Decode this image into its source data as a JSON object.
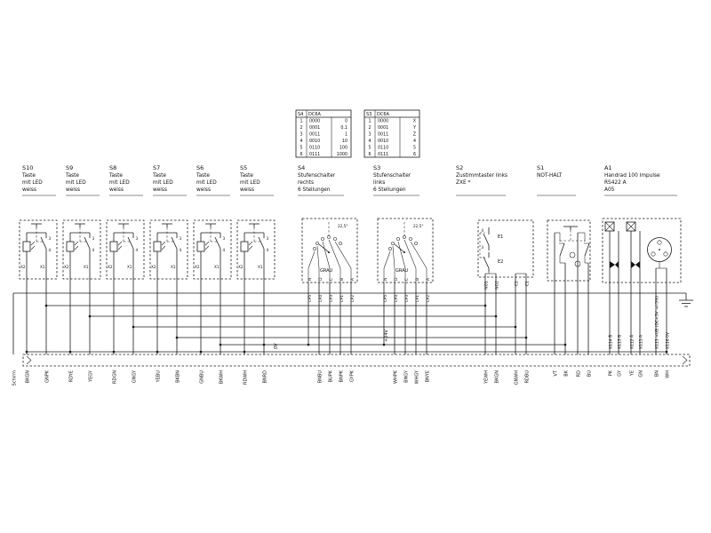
{
  "colors": {
    "line": "#1a1a1a",
    "text": "#111111",
    "bg": "#ffffff"
  },
  "tables": [
    {
      "id": "s4-code-table",
      "header": [
        "S4",
        "DC6A"
      ],
      "rows": [
        [
          "1",
          "0000",
          "0"
        ],
        [
          "2",
          "0001",
          "0,1"
        ],
        [
          "3",
          "0011",
          "1"
        ],
        [
          "4",
          "0010",
          "10"
        ],
        [
          "5",
          "0110",
          "100"
        ],
        [
          "6",
          "0111",
          "1000"
        ]
      ]
    },
    {
      "id": "s3-code-table",
      "header": [
        "S3",
        "DC6A"
      ],
      "rows": [
        [
          "1",
          "0000",
          "X"
        ],
        [
          "2",
          "0001",
          "Y"
        ],
        [
          "3",
          "0011",
          "Z"
        ],
        [
          "4",
          "0010",
          "4"
        ],
        [
          "5",
          "0110",
          "5"
        ],
        [
          "6",
          "0111",
          "6"
        ]
      ]
    }
  ],
  "buttons": {
    "desc": [
      "Taste",
      "mit LED",
      "weiss"
    ],
    "terminals": [
      "X2",
      "X1"
    ],
    "contact_pins": [
      "3",
      "4"
    ],
    "items": [
      {
        "ref": "S10",
        "wires": [
          "BKGN",
          "GNPK"
        ]
      },
      {
        "ref": "S9",
        "wires": [
          "RDYE",
          "YEGY"
        ]
      },
      {
        "ref": "S8",
        "wires": [
          "RDGN",
          "GNGY"
        ]
      },
      {
        "ref": "S7",
        "wires": [
          "YEBU",
          "BKBN"
        ]
      },
      {
        "ref": "S6",
        "wires": [
          "GNBU",
          "BKWH"
        ]
      },
      {
        "ref": "S5",
        "wires": [
          "RDWH",
          "BNRD"
        ]
      }
    ]
  },
  "selectors": [
    {
      "ref": "S4",
      "desc": [
        "Stufenschalter",
        "rechts",
        "6  Stellungen"
      ],
      "angle": "22,5°",
      "color": "GRAU",
      "positions": [
        "N",
        "D",
        "C",
        "B",
        "A"
      ],
      "tags": [
        "LP5",
        "LP4",
        "LP3",
        "LP1",
        "LP2"
      ],
      "wires": [
        "BNBU",
        "BUPK",
        "BNPK",
        "GYPK"
      ]
    },
    {
      "ref": "S3",
      "desc": [
        "Stufenschalter",
        "links",
        "6  Stellungen"
      ],
      "angle": "22,5°",
      "color": "GRAU",
      "positions": [
        "N",
        "D",
        "C",
        "B",
        "A"
      ],
      "tags": [
        "LP5",
        "LP4",
        "LP3",
        "LP1",
        "LP2"
      ],
      "wires": [
        "WHPK",
        "BNGY",
        "WHGY",
        "BNYE"
      ]
    }
  ],
  "s2": {
    "ref": "S2",
    "desc": [
      "Zustimmtaster links",
      "ZXE *"
    ],
    "contacts": [
      "E1",
      "E2"
    ],
    "pins": [
      "4",
      "3"
    ],
    "terminals": [
      "NO1",
      "NO2",
      "C2",
      "C1"
    ],
    "wires": [
      "YEWH",
      "BKGN",
      "GNWH",
      "RDBU"
    ]
  },
  "s1": {
    "ref": "S1",
    "desc": [
      "NOT-HALT"
    ],
    "wires": [
      "VT",
      "BK",
      "RD",
      "BU"
    ]
  },
  "a1": {
    "ref": "A1",
    "desc": [
      "Handrad 100 Impulse",
      "RS422 A",
      "A05"
    ],
    "signals": [
      "X114 B̄",
      "X113 B",
      "X112 Ā",
      "X111 A",
      "X115 +UB (DC+5V +/-5%)",
      "X116 0V"
    ],
    "wires": [
      "PK",
      "GY",
      "YE",
      "GN",
      "BN",
      "WH"
    ]
  },
  "bus": {
    "zero": "0V",
    "plus": "+24V",
    "shield": "Schirm"
  }
}
